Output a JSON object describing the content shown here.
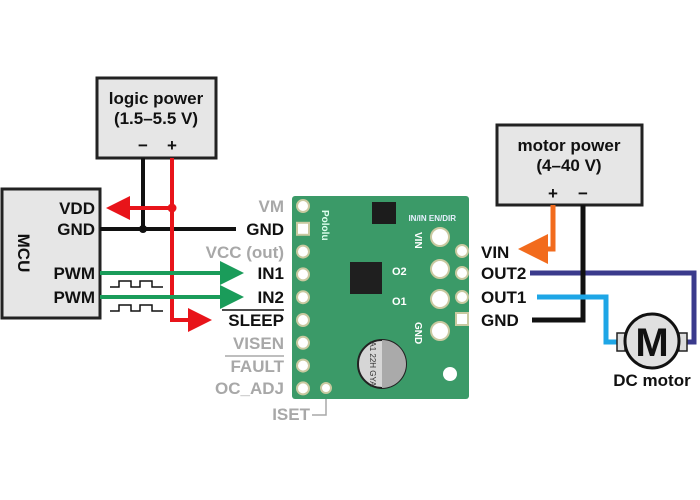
{
  "logic_power": {
    "title": "logic power",
    "range": "(1.5–5.5 V)",
    "minus": "−",
    "plus": "+"
  },
  "motor_power": {
    "title": "motor power",
    "range": "(4–40 V)",
    "plus": "+",
    "minus": "−"
  },
  "mcu": {
    "title": "MCU",
    "pins": [
      "VDD",
      "GND",
      "PWM",
      "PWM"
    ]
  },
  "driver_left_pins": {
    "vm": "VM",
    "gnd": "GND",
    "vcc": "VCC (out)",
    "in1": "IN1",
    "in2": "IN2",
    "sleep": "SLEEP",
    "visen": "VISEN",
    "fault": "FAULT",
    "oc_adj": "OC_ADJ",
    "iset": "ISET"
  },
  "driver_right_pins": {
    "vin": "VIN",
    "out2": "OUT2",
    "out1": "OUT1",
    "gnd": "GND"
  },
  "board": {
    "brand": "Pololu",
    "mode": "IN/IN EN/DIR",
    "vin": "VIN",
    "o2": "O2",
    "o1": "O1",
    "gnd": "GND",
    "cap": "A1 22H GYA"
  },
  "motor": {
    "symbol": "M",
    "label": "DC motor"
  },
  "colors": {
    "logic_plus": "#e8141a",
    "ground": "#111111",
    "pwm": "#1a9c5a",
    "motor_plus": "#f26b1d",
    "out2": "#3a3a8c",
    "out1": "#1ea6e6",
    "board": "#3b9a68"
  }
}
